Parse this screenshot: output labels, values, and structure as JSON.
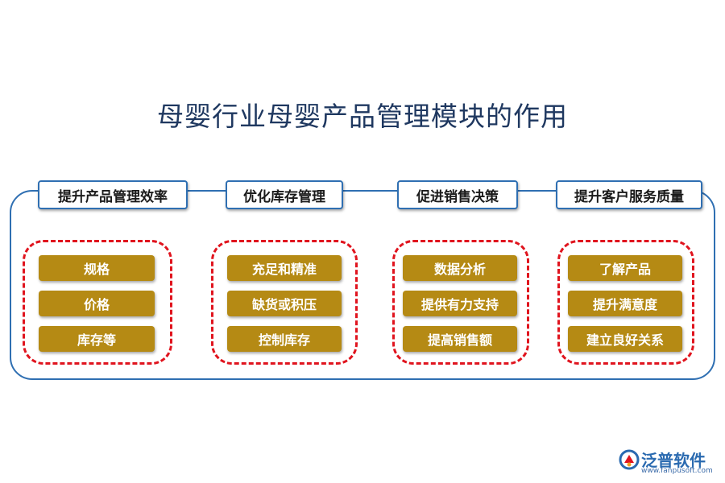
{
  "title": "母婴行业母婴产品管理模块的作用",
  "modules": [
    {
      "header": "提升产品管理效率",
      "items": [
        "规格",
        "价格",
        "库存等"
      ]
    },
    {
      "header": "优化库存管理",
      "items": [
        "充足和精准",
        "缺货或积压",
        "控制库存"
      ]
    },
    {
      "header": "促进销售决策",
      "items": [
        "数据分析",
        "提供有力支持",
        "提高销售额"
      ]
    },
    {
      "header": "提升客户服务质量",
      "items": [
        "了解产品",
        "提升满意度",
        "建立良好关系"
      ]
    }
  ],
  "logo": {
    "name": "泛普软件",
    "url": "www.fanpusoft.com"
  },
  "colors": {
    "frame": "#2f6fb2",
    "pill": "#b58a14",
    "dashed": "#e0141e",
    "title": "#1f3860"
  }
}
